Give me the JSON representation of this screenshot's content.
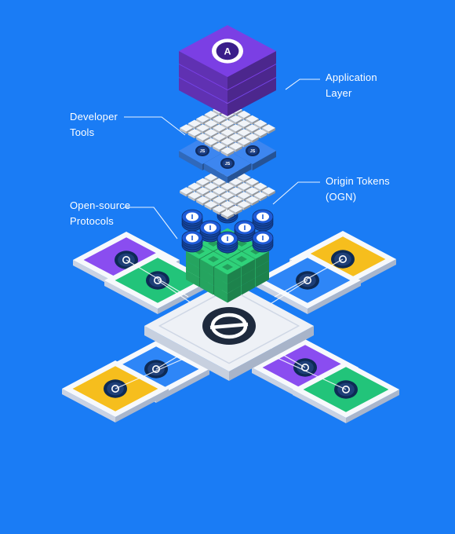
{
  "colors": {
    "background": "#1a7cf5",
    "application_layer": "#7b3fe4",
    "developer_tools": "#3d86f0",
    "protocols": "#2fd27a",
    "tokens": "#1e5bd8",
    "platform": "#eef1f6",
    "phone_purple": "#8a4df0",
    "phone_green": "#22c47a",
    "phone_yellow": "#f6be1d",
    "phone_blue": "#2e86f7"
  },
  "labels": {
    "application": {
      "line1": "Application",
      "line2": "Layer"
    },
    "developer": {
      "line1": "Developer",
      "line2": "Tools"
    },
    "tokens": {
      "line1": "Origin Tokens",
      "line2": "(OGN)"
    },
    "protocols": {
      "line1": "Open-source",
      "line2": "Protocols"
    }
  },
  "icons": {
    "app_badge": "letter-a-icon",
    "dev_tool_badge": "js-icon",
    "token_coin": "origin-token-icon",
    "platform_logo": "origin-logo-icon",
    "phone_badge": "origin-dapp-icon"
  },
  "glyphs": {
    "app_badge": "A",
    "dev_tool_badge": "JS"
  }
}
